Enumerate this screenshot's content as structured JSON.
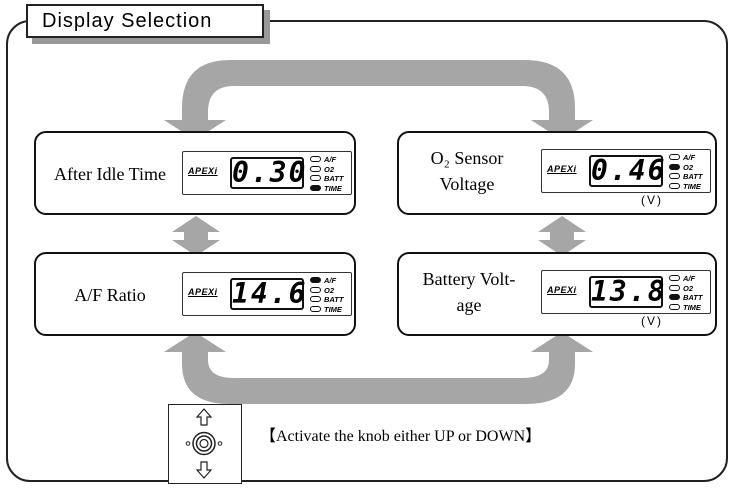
{
  "title": "Display Selection",
  "accent_arrow_color": "#a6a6a6",
  "brand": "APEXi",
  "panels": {
    "after_idle": {
      "label": "After Idle Time",
      "reading": "0.30",
      "unit": "",
      "active_mode": "TIME"
    },
    "o2_sensor": {
      "label_line1": "O₂ Sensor",
      "label_line2": "Voltage",
      "reading": "0.46",
      "unit": "(V)",
      "active_mode": "O2"
    },
    "af_ratio": {
      "label": "A/F Ratio",
      "reading": "14.6",
      "unit": "",
      "active_mode": "A/F"
    },
    "battery": {
      "label_line1": "Battery Volt-",
      "label_line2": "age",
      "reading": "13.8",
      "unit": "(V)",
      "active_mode": "BATT"
    }
  },
  "modes": [
    "A/F",
    "O2",
    "BATT",
    "TIME"
  ],
  "knob": {
    "icons": [
      "up-arrow-icon",
      "knob-icon",
      "down-arrow-icon"
    ]
  },
  "instruction": "【Activate the knob either UP or DOWN】"
}
